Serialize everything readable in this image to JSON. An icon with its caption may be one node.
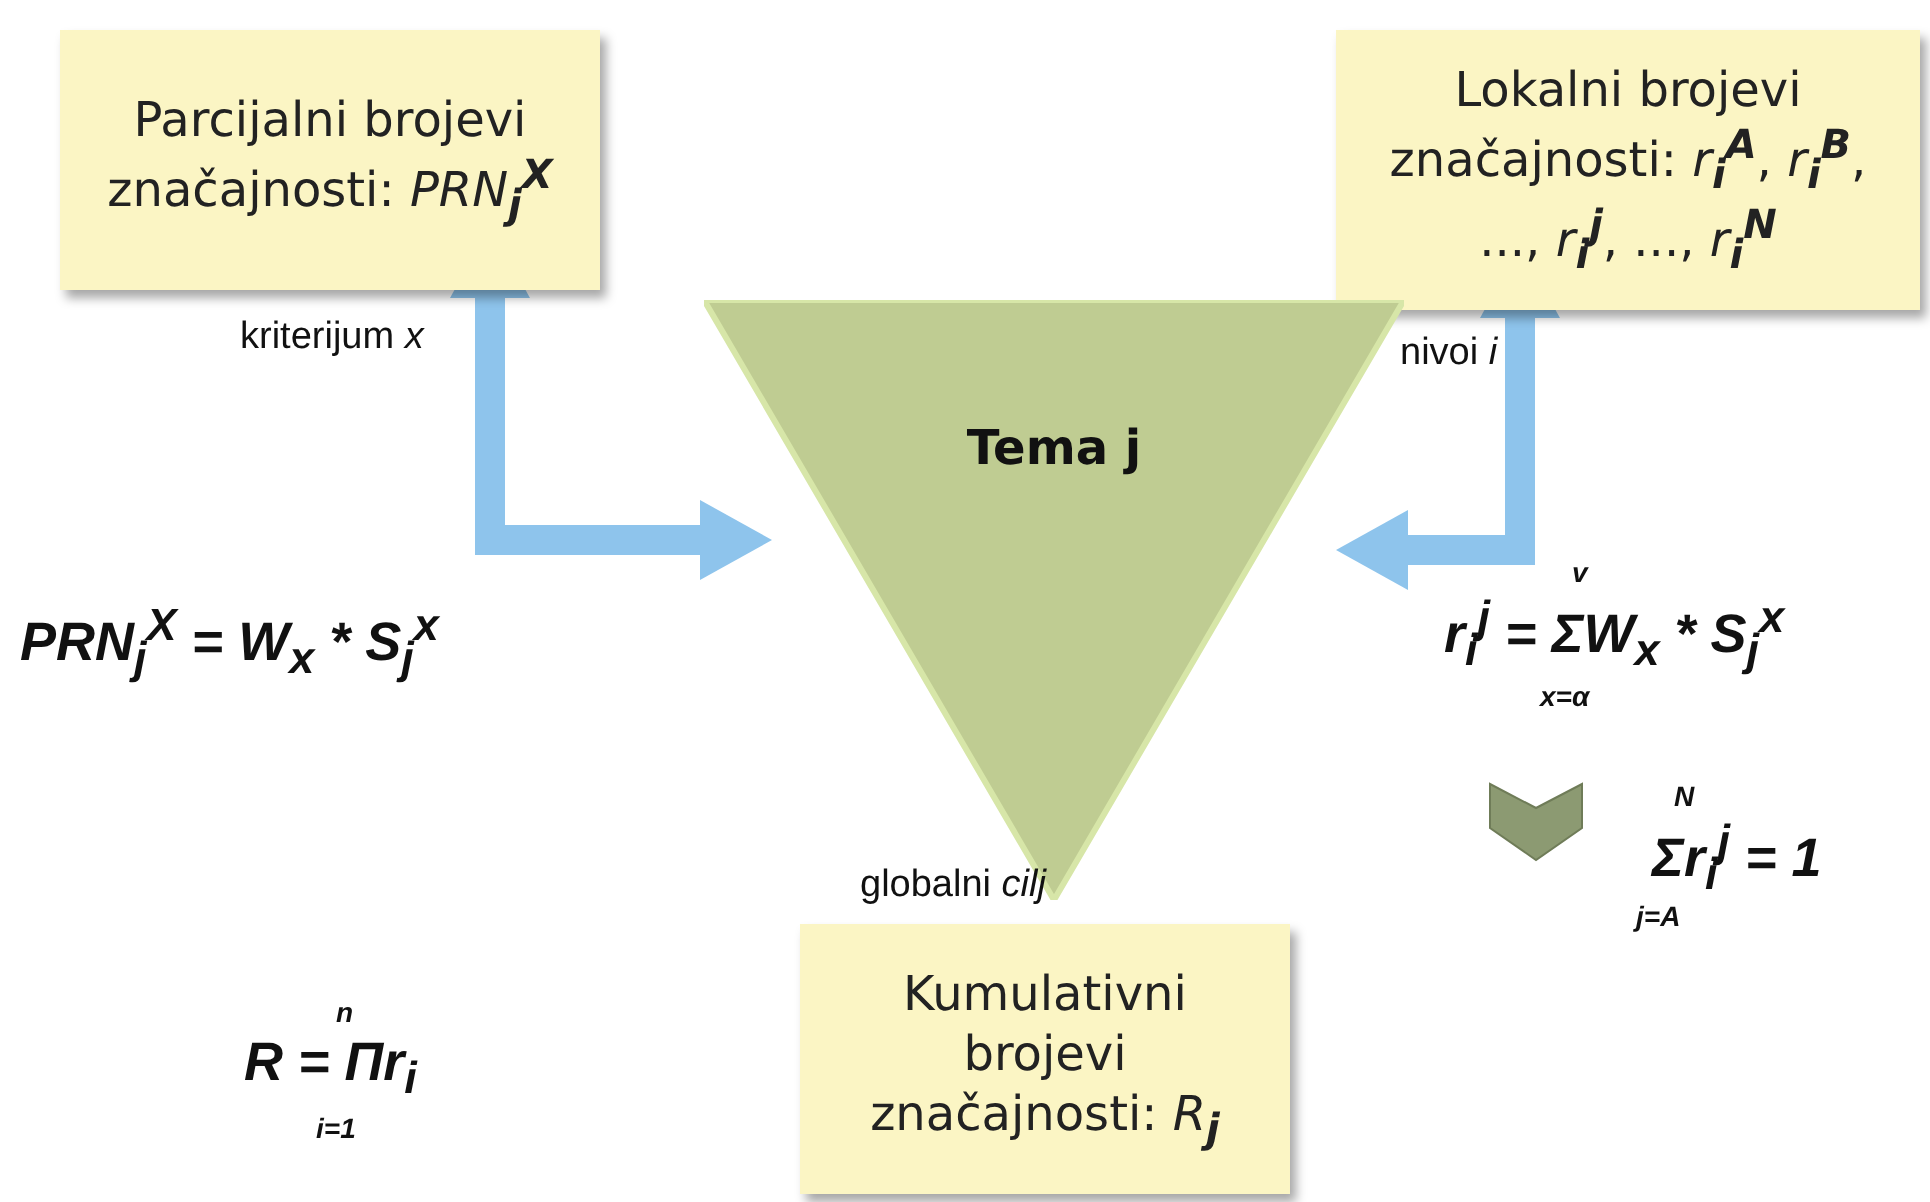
{
  "diagram": {
    "nodes": [
      {
        "text": [
          "Parcijalni brojevi značajnosti: *PRN*$_{j}$$^{X}$"
        ]
      },
      {
        "text": [
          "Lokalni brojevi značajnosti: *r*$_{i}$$^{A}$, *r*$_{i}$$^{B}$, ..., *r*$_{i}$$^{j}$, ..., *r*$_{i}$$^{N}$"
        ]
      },
      {
        "text": [
          "Tema j"
        ]
      },
      {
        "text": [
          "Kumulativni brojevi značajnosti: *R*$_{j}$"
        ]
      }
    ],
    "edges": [
      {
        "from": 2,
        "to": 0,
        "arrow": "both",
        "label": "kriterijum *x*"
      },
      {
        "from": 2,
        "to": 1,
        "arrow": "both",
        "label": "nivoi *i*"
      }
    ],
    "labels": [
      "globalni *cilj*",
      "PRN$_{j}$$^{X}$ = W$_{x}$ * S$_{j}$$^{x}$",
      "v",
      "r$_{i}$$^{j}$ = ΣW$_{x}$ * S$_{j}$$^{x}$",
      "x=α",
      "N",
      "Σr$_{i}$$^{j}$ = 1",
      "j=A",
      "n",
      "R = Πr$_{i}$",
      "i=1"
    ]
  }
}
